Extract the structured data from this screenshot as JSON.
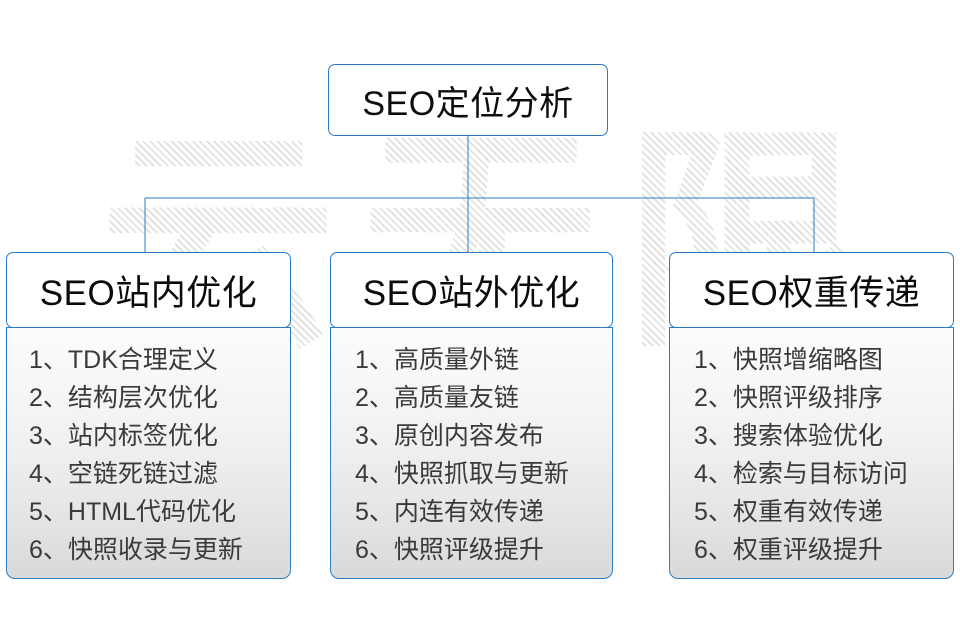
{
  "diagram": {
    "title": "SEO定位分析",
    "watermark": {
      "chars": [
        "云",
        "无",
        "限"
      ]
    },
    "accent_color": "#2b7cc4",
    "text_color": "#3a3a3a",
    "heading_color": "#0b0b0b",
    "columns": [
      {
        "heading": "SEO站内优化",
        "items": [
          {
            "num": "1、",
            "text": "TDK合理定义"
          },
          {
            "num": "2、",
            "text": "结构层次优化"
          },
          {
            "num": "3、",
            "text": "站内标签优化"
          },
          {
            "num": "4、",
            "text": "空链死链过滤"
          },
          {
            "num": "5、",
            "text": "HTML代码优化"
          },
          {
            "num": "6、",
            "text": "快照收录与更新"
          }
        ]
      },
      {
        "heading": "SEO站外优化",
        "items": [
          {
            "num": "1、",
            "text": "高质量外链"
          },
          {
            "num": "2、",
            "text": "高质量友链"
          },
          {
            "num": "3、",
            "text": "原创内容发布"
          },
          {
            "num": "4、",
            "text": "快照抓取与更新"
          },
          {
            "num": "5、",
            "text": "内连有效传递"
          },
          {
            "num": "6、",
            "text": "快照评级提升"
          }
        ]
      },
      {
        "heading": "SEO权重传递",
        "items": [
          {
            "num": "1、",
            "text": "快照增缩略图"
          },
          {
            "num": "2、",
            "text": "快照评级排序"
          },
          {
            "num": "3、",
            "text": "搜索体验优化"
          },
          {
            "num": "4、",
            "text": "检索与目标访问"
          },
          {
            "num": "5、",
            "text": "权重有效传递"
          },
          {
            "num": "6、",
            "text": "权重评级提升"
          }
        ]
      }
    ]
  }
}
